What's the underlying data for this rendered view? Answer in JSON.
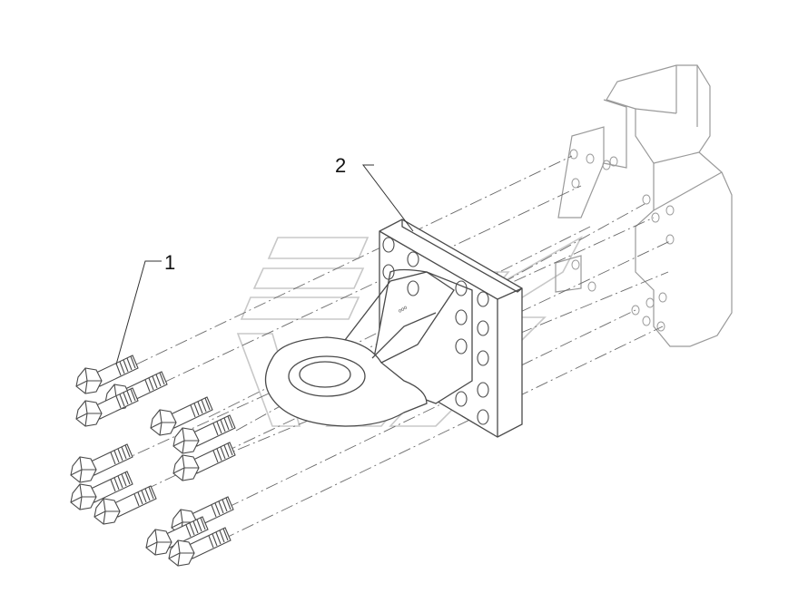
{
  "callouts": [
    {
      "id": "1",
      "label": "1"
    },
    {
      "id": "2",
      "label": "2"
    }
  ],
  "colors": {
    "line": "#4a4a4a",
    "ghost": "#9a9a9a",
    "watermark": "#c8c8c8",
    "background": "#ffffff"
  }
}
